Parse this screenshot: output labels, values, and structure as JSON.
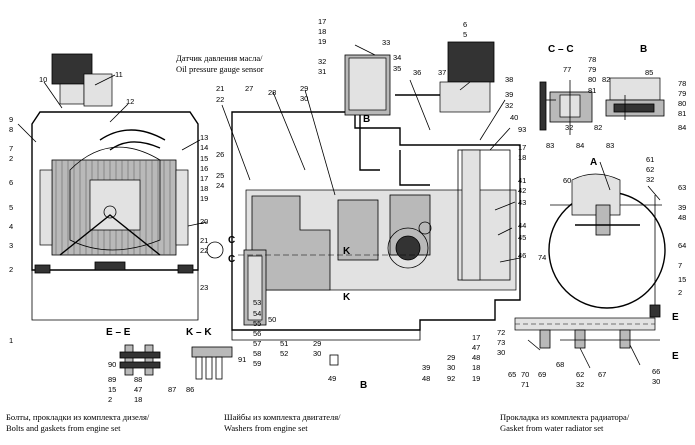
{
  "captions": {
    "oil_sensor_ru": "Датчик давления масла/",
    "oil_sensor_en": "Oil pressure gauge sensor",
    "bolts_ru": "Болты, прокладки из комплекта дизеля/",
    "bolts_en": "Bolts and gaskets from engine set",
    "washers_ru": "Шайбы из комплекта двигателя/",
    "washers_en": "Washers from engine set",
    "gasket_ru": "Прокладка из комплекта радиатора/",
    "gasket_en": "Gasket from water radiator set"
  },
  "sections": {
    "cc": "C – C",
    "b": "B",
    "a": "A",
    "ee": "E – E",
    "kk": "K – K",
    "c_mark": "C",
    "k_mark": "K",
    "e_mark": "E",
    "b_mark": "B"
  },
  "callouts": [
    {
      "t": "11"
    },
    {
      "t": "10"
    },
    {
      "t": "12"
    },
    {
      "t": "9"
    },
    {
      "t": "8"
    },
    {
      "t": "7"
    },
    {
      "t": "2"
    },
    {
      "t": "13"
    },
    {
      "t": "14"
    },
    {
      "t": "15"
    },
    {
      "t": "16"
    },
    {
      "t": "17"
    },
    {
      "t": "18"
    },
    {
      "t": "19"
    },
    {
      "t": "6"
    },
    {
      "t": "5"
    },
    {
      "t": "4"
    },
    {
      "t": "3"
    },
    {
      "t": "2"
    },
    {
      "t": "1"
    },
    {
      "t": "20"
    },
    {
      "t": "21"
    },
    {
      "t": "22"
    },
    {
      "t": "23"
    },
    {
      "t": "21"
    },
    {
      "t": "22"
    },
    {
      "t": "27"
    },
    {
      "t": "28"
    },
    {
      "t": "29"
    },
    {
      "t": "30"
    },
    {
      "t": "26"
    },
    {
      "t": "25"
    },
    {
      "t": "24"
    },
    {
      "t": "17"
    },
    {
      "t": "18"
    },
    {
      "t": "19"
    },
    {
      "t": "32"
    },
    {
      "t": "31"
    },
    {
      "t": "33"
    },
    {
      "t": "34"
    },
    {
      "t": "35"
    },
    {
      "t": "36"
    },
    {
      "t": "37"
    },
    {
      "t": "6"
    },
    {
      "t": "5"
    },
    {
      "t": "38"
    },
    {
      "t": "39"
    },
    {
      "t": "32"
    },
    {
      "t": "40"
    },
    {
      "t": "93"
    },
    {
      "t": "17"
    },
    {
      "t": "18"
    },
    {
      "t": "41"
    },
    {
      "t": "42"
    },
    {
      "t": "43"
    },
    {
      "t": "44"
    },
    {
      "t": "45"
    },
    {
      "t": "46"
    },
    {
      "t": "53"
    },
    {
      "t": "54"
    },
    {
      "t": "55"
    },
    {
      "t": "56"
    },
    {
      "t": "57"
    },
    {
      "t": "58"
    },
    {
      "t": "59"
    },
    {
      "t": "50"
    },
    {
      "t": "51"
    },
    {
      "t": "52"
    },
    {
      "t": "29"
    },
    {
      "t": "30"
    },
    {
      "t": "49"
    },
    {
      "t": "39"
    },
    {
      "t": "48"
    },
    {
      "t": "29"
    },
    {
      "t": "30"
    },
    {
      "t": "92"
    },
    {
      "t": "17"
    },
    {
      "t": "47"
    },
    {
      "t": "48"
    },
    {
      "t": "18"
    },
    {
      "t": "19"
    },
    {
      "t": "77"
    },
    {
      "t": "78"
    },
    {
      "t": "79"
    },
    {
      "t": "80"
    },
    {
      "t": "81"
    },
    {
      "t": "82"
    },
    {
      "t": "83"
    },
    {
      "t": "84"
    },
    {
      "t": "32"
    },
    {
      "t": "85"
    },
    {
      "t": "82"
    },
    {
      "t": "78"
    },
    {
      "t": "79"
    },
    {
      "t": "80"
    },
    {
      "t": "81"
    },
    {
      "t": "83"
    },
    {
      "t": "84"
    },
    {
      "t": "61"
    },
    {
      "t": "62"
    },
    {
      "t": "32"
    },
    {
      "t": "60"
    },
    {
      "t": "63"
    },
    {
      "t": "39"
    },
    {
      "t": "48"
    },
    {
      "t": "64"
    },
    {
      "t": "7"
    },
    {
      "t": "15"
    },
    {
      "t": "2"
    },
    {
      "t": "72"
    },
    {
      "t": "73"
    },
    {
      "t": "30"
    },
    {
      "t": "74"
    },
    {
      "t": "65"
    },
    {
      "t": "70"
    },
    {
      "t": "71"
    },
    {
      "t": "69"
    },
    {
      "t": "68"
    },
    {
      "t": "62"
    },
    {
      "t": "32"
    },
    {
      "t": "67"
    },
    {
      "t": "66"
    },
    {
      "t": "30"
    },
    {
      "t": "90"
    },
    {
      "t": "89"
    },
    {
      "t": "15"
    },
    {
      "t": "2"
    },
    {
      "t": "88"
    },
    {
      "t": "47"
    },
    {
      "t": "18"
    },
    {
      "t": "87"
    },
    {
      "t": "86"
    },
    {
      "t": "91"
    }
  ]
}
